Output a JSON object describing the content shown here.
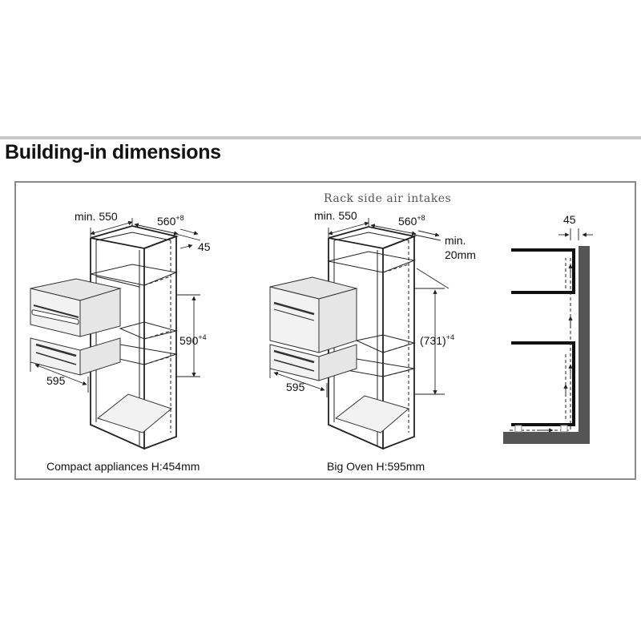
{
  "title": "Building-in dimensions",
  "left": {
    "min_depth": "min. 550",
    "width_base": "560",
    "width_sup": "+8",
    "gap": "45",
    "height_base": "590",
    "height_sup": "+4",
    "appliance_width": "595",
    "caption": "Compact appliances H:454mm"
  },
  "middle": {
    "note": "Rack side air intakes",
    "min_depth": "min. 550",
    "width_base": "560",
    "width_sup": "+8",
    "gap_line1": "min.",
    "gap_line2": "20mm",
    "height_base": "(731)",
    "height_sup": "+4",
    "appliance_width": "595",
    "caption": "Big Oven H:595mm"
  },
  "right": {
    "gap": "45"
  }
}
